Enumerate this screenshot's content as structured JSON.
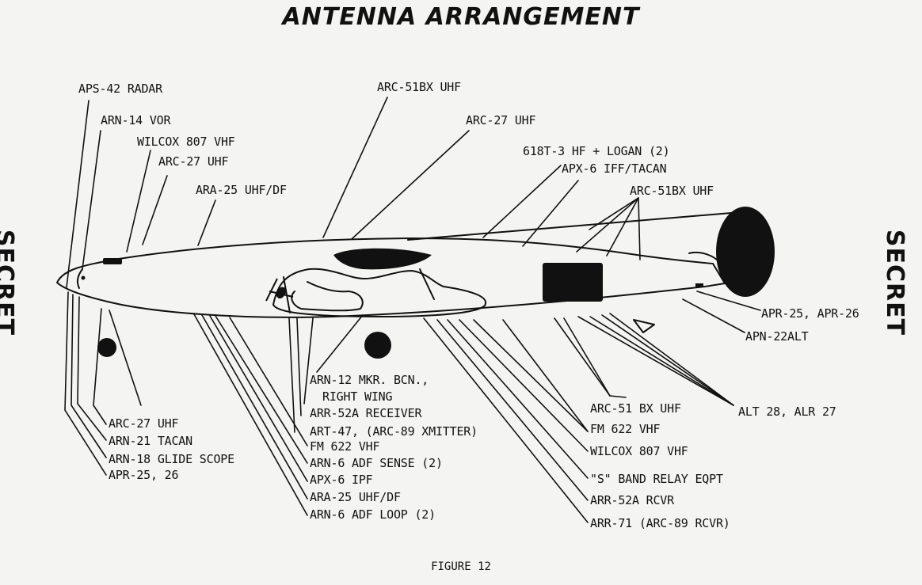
{
  "title": "ANTENNA ARRANGEMENT",
  "caption": "FIGURE 12",
  "stamp": "SECRET",
  "labels_top": {
    "aps42": "APS-42 RADAR",
    "arn14": "ARN-14 VOR",
    "wilcox807_top": "WILCOX 807 VHF",
    "arc27_top_left": "ARC-27 UHF",
    "ara25_top": "ARA-25 UHF/DF",
    "arc51bx_top": "ARC-51BX UHF",
    "arc27_top_mid": "ARC-27 UHF",
    "hf618t3": "618T-3 HF + LOGAN (2)",
    "apx6_top": "APX-6 IFF/TACAN",
    "arc51bx_tail": "ARC-51BX UHF"
  },
  "labels_right": {
    "apr25_26": "APR-25, APR-26",
    "apn22": "APN-22ALT",
    "alt28": "ALT 28, ALR 27"
  },
  "labels_bottom": {
    "arn12_l1": "ARN-12 MKR. BCN.,",
    "arn12_l2": "RIGHT WING",
    "arr52a_receiver": "ARR-52A RECEIVER",
    "art47": "ART-47, (ARC-89 XMITTER)",
    "fm622_left": "FM 622 VHF",
    "arn6_sense": "ARN-6 ADF SENSE (2)",
    "apx6_ipf": "APX-6 IPF",
    "ara25_bottom": "ARA-25 UHF/DF",
    "arn6_loop": "ARN-6 ADF LOOP (2)",
    "arc27_bottom": "ARC-27 UHF",
    "arn21": "ARN-21 TACAN",
    "arn18": "ARN-18 GLIDE SCOPE",
    "apr25_bottom": "APR-25, 26",
    "arc51bx_bottom": "ARC-51 BX UHF",
    "fm622_right": "FM 622 VHF",
    "wilcox807_bottom": "WILCOX 807 VHF",
    "s_band": "\"S\" BAND RELAY EQPT",
    "arr52a_rcvr": "ARR-52A RCVR",
    "arr71": "ARR-71 (ARC-89 RCVR)"
  }
}
